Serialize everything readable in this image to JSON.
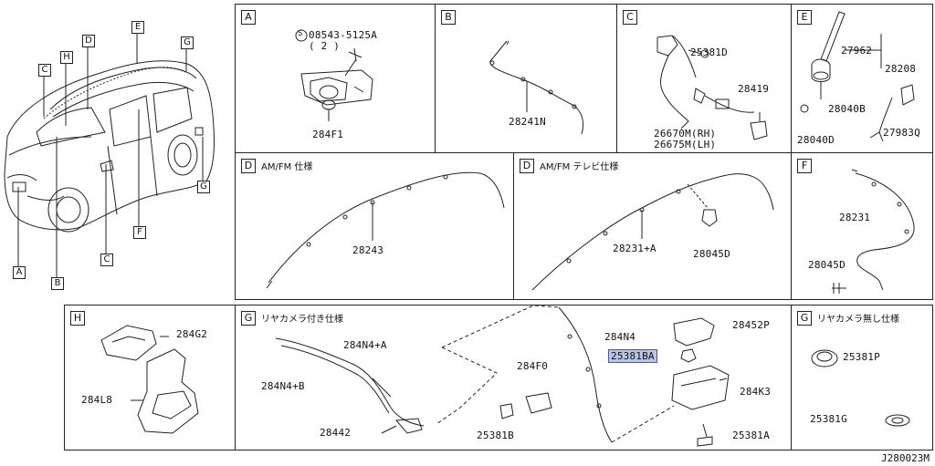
{
  "overview": {
    "callouts": [
      "A",
      "B",
      "C",
      "D",
      "E",
      "F",
      "G",
      "H",
      "C",
      "G"
    ]
  },
  "panels": {
    "A": {
      "tag": "A",
      "labels": {
        "bolt": "08543-5125A",
        "bolt_qty": "( 2 )",
        "bracket": "284F1"
      },
      "bolt_symbol": "S"
    },
    "B": {
      "tag": "B",
      "labels": {
        "cable": "28241N"
      }
    },
    "C": {
      "tag": "C",
      "labels": {
        "clip": "25381D",
        "tv_unit": "28419",
        "cable_rh": "26670M(RH)",
        "cable_lh": "26675M(LH)"
      }
    },
    "E": {
      "tag": "E",
      "labels": {
        "antenna": "27962",
        "base": "28208",
        "nut": "28040B",
        "bolt": "28040D",
        "module": "27983Q"
      }
    },
    "D1": {
      "tag": "D",
      "subtitle": "AM/FM 仕様",
      "labels": {
        "cable": "28243"
      }
    },
    "D2": {
      "tag": "D",
      "subtitle": "AM/FM テレビ仕様",
      "labels": {
        "cable": "28231+A",
        "clip": "28045D"
      }
    },
    "F": {
      "tag": "F",
      "labels": {
        "cable": "28231",
        "clip": "28045D"
      }
    },
    "H": {
      "tag": "H",
      "labels": {
        "camera": "284G2",
        "bracket": "284L8"
      }
    },
    "G1": {
      "tag": "G",
      "subtitle": "リヤカメラ付き仕様",
      "labels": {
        "harness_a": "284N4+A",
        "harness_b": "284N4+B",
        "harness_c": "28442",
        "cable": "284N4",
        "bracket": "28452P",
        "clip_highlight": "25381BA",
        "module": "284F0",
        "clip_b": "25381B",
        "controller": "284K3",
        "clip_a": "25381A"
      }
    },
    "G2": {
      "tag": "G",
      "subtitle": "リヤカメラ無し仕様",
      "labels": {
        "grommet_p": "25381P",
        "grommet_g": "25381G"
      }
    }
  },
  "reference": "J280023M",
  "colors": {
    "line": "#222222",
    "highlight_bg": "#b9c4e6",
    "highlight_border": "#4a5a9a"
  }
}
